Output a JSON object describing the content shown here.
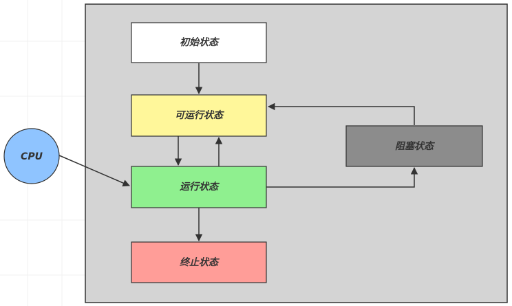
{
  "diagram": {
    "processor": {
      "label": "CPU"
    },
    "states": {
      "initial": {
        "label": "初始状态"
      },
      "runnable": {
        "label": "可运行状态"
      },
      "running": {
        "label": "运行状态"
      },
      "blocked": {
        "label": "阻塞状态"
      },
      "terminated": {
        "label": "终止状态"
      }
    }
  },
  "colors": {
    "container": "#d4d4d4",
    "initial": "#ffffff",
    "runnable": "#fff79a",
    "running": "#8ff08f",
    "blocked": "#8c8c8c",
    "terminated": "#ff9d98",
    "cpu": "#8fc4ff"
  }
}
